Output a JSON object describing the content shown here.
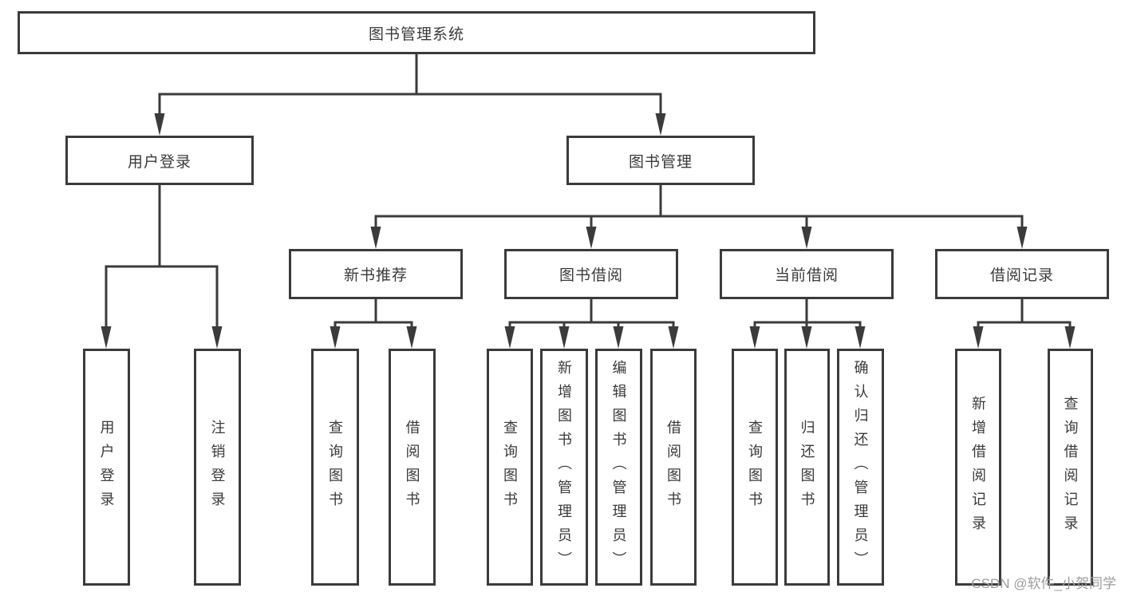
{
  "tree": {
    "root": {
      "label": "图书管理系统"
    },
    "children": [
      {
        "label": "用户登录",
        "children": [
          {
            "label": "用户登录"
          },
          {
            "label": "注销登录"
          }
        ]
      },
      {
        "label": "图书管理",
        "children": [
          {
            "label": "新书推荐",
            "children": [
              {
                "label": "查询图书"
              },
              {
                "label": "借阅图书"
              }
            ]
          },
          {
            "label": "图书借阅",
            "children": [
              {
                "label": "查询图书"
              },
              {
                "label": "新增图书（管理员）"
              },
              {
                "label": "编辑图书（管理员）"
              },
              {
                "label": "借阅图书"
              }
            ]
          },
          {
            "label": "当前借阅",
            "children": [
              {
                "label": "查询图书"
              },
              {
                "label": "归还图书"
              },
              {
                "label": "确认归还（管理员）"
              }
            ]
          },
          {
            "label": "借阅记录",
            "children": [
              {
                "label": "新增借阅记录"
              },
              {
                "label": "查询借阅记录"
              }
            ]
          }
        ]
      }
    ]
  },
  "watermark": {
    "text": "CSDN @软件_小贺同学"
  },
  "colors": {
    "line": "#3b3b3b",
    "text": "#3a3a3a",
    "box_background": "#ffffff",
    "watermark": "#9c9c9c",
    "background": "#ffffff"
  }
}
